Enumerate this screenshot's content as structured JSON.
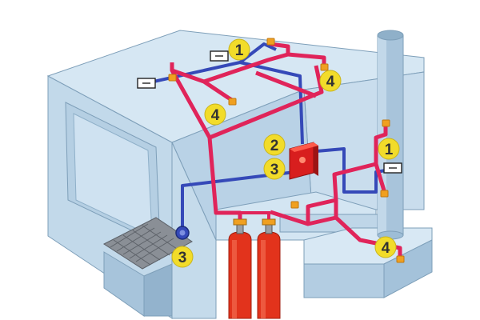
{
  "colors": {
    "room_light": "#cfe3f1",
    "room_mid": "#b7d2e6",
    "room_dark": "#9dbdd6",
    "room_edge": "#7e9fb9",
    "pipe_red": "#e0245a",
    "pipe_blue": "#3549b8",
    "cylinder_red": "#e2331c",
    "nozzle_orange": "#f0a020",
    "callout_yellow": "#f2dc2a"
  },
  "callouts": [
    {
      "id": "callout-1-ceiling",
      "label": "1"
    },
    {
      "id": "callout-1-stack",
      "label": "1"
    },
    {
      "id": "callout-2-panel",
      "label": "2"
    },
    {
      "id": "callout-3-panel",
      "label": "3"
    },
    {
      "id": "callout-3-detector",
      "label": "3"
    },
    {
      "id": "callout-4-right",
      "label": "4"
    },
    {
      "id": "callout-4-left",
      "label": "4"
    },
    {
      "id": "callout-4-floor",
      "label": "4"
    }
  ],
  "icons": [
    "ceiling-detector-icon",
    "control-panel-icon",
    "manual-call-point-icon",
    "gas-cylinder-icon",
    "discharge-nozzle-icon",
    "exhaust-stack-icon",
    "floor-grate-icon"
  ]
}
